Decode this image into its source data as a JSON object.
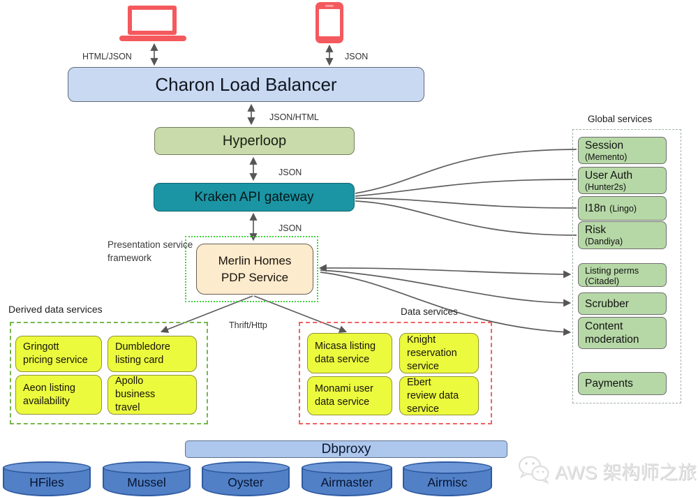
{
  "clients": {
    "laptop_arrow_label": "HTML/JSON",
    "mobile_arrow_label": "JSON"
  },
  "nodes": {
    "charon": {
      "label": "Charon Load Balancer"
    },
    "hyperloop": {
      "label": "Hyperloop"
    },
    "kraken": {
      "label": "Kraken API gateway"
    },
    "merlin": {
      "line1": "Merlin Homes",
      "line2": "PDP Service"
    }
  },
  "annotations": {
    "presentation_framework": "Presentation service framework",
    "charon_hyperloop": "JSON/HTML",
    "hyperloop_kraken": "JSON",
    "kraken_merlin": "JSON",
    "merlin_downstream": "Thrift/Http"
  },
  "global_services": {
    "title": "Global services",
    "items": [
      {
        "title": "Session",
        "sub": "(Memento)"
      },
      {
        "title": "User Auth",
        "sub": "(Hunter2s)"
      },
      {
        "title": "I18n",
        "sub": "(Lingo)"
      },
      {
        "title": "Risk",
        "sub": "(Dandiya)"
      },
      {
        "title": "Listing perms",
        "sub": "(Citadel)"
      },
      {
        "title": "Scrubber",
        "sub": ""
      },
      {
        "title": "Content moderation",
        "sub": ""
      },
      {
        "title": "Payments",
        "sub": ""
      }
    ]
  },
  "derived_data_services": {
    "title": "Derived data services",
    "items": [
      {
        "line1": "Gringott",
        "line2": "pricing service"
      },
      {
        "line1": "Dumbledore",
        "line2": "listing card"
      },
      {
        "line1": "Aeon listing",
        "line2": "availability"
      },
      {
        "line1": "Apollo",
        "line2": "business travel"
      }
    ]
  },
  "data_services": {
    "title": "Data services",
    "items": [
      {
        "line1": "Micasa listing",
        "line2": "data service"
      },
      {
        "line1": "Knight",
        "line2": "reservation service"
      },
      {
        "line1": "Monami user",
        "line2": "data service"
      },
      {
        "line1": "Ebert",
        "line2": "review data service"
      }
    ]
  },
  "storage": {
    "dbproxy_label": "Dbproxy",
    "databases": [
      {
        "name": "HFiles"
      },
      {
        "name": "Mussel"
      },
      {
        "name": "Oyster"
      },
      {
        "name": "Airmaster"
      },
      {
        "name": "Airmisc"
      }
    ]
  },
  "watermark": {
    "text": "AWS 架构师之旅"
  },
  "colors": {
    "device_red": "#f4595d",
    "charon_fill": "#c9d9f2",
    "hyperloop_fill": "#c9daab",
    "kraken_fill": "#1b95a4",
    "merlin_fill": "#fdebcd",
    "service_green_fill": "#b6d8a6",
    "service_yellow_fill": "#ecfa3e",
    "dbproxy_fill": "#aec7ec",
    "database_fill": "#5180c6",
    "connector_gray": "#5d5d5d",
    "presentation_border": "#3fd43f",
    "derived_border": "#74b84c",
    "data_border": "#f0625f",
    "global_border": "#a0b0a0"
  }
}
